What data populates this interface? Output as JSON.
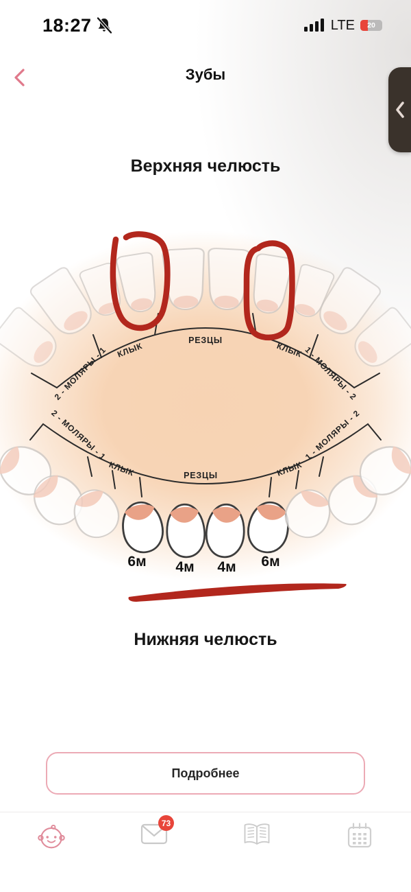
{
  "status_bar": {
    "time": "18:27",
    "muted_icon": "bell-slash-icon",
    "signal_icon": "signal-bars-icon",
    "network": "LTE",
    "battery_level": "20",
    "battery_color": "#e8453a"
  },
  "nav": {
    "title": "Зубы",
    "back_icon": "chevron-left-icon"
  },
  "side_drawer": {
    "icon": "chevron-left-icon",
    "color": "#3a322b"
  },
  "upper_section": {
    "title": "Верхняя челюсть"
  },
  "lower_section": {
    "title": "Нижняя челюсть"
  },
  "teeth_chart": {
    "upper": {
      "molars_left": "2 - МОЛЯРЫ - 1",
      "canine_left": "КЛЫК",
      "incisors": "РЕЗЦЫ",
      "canine_right": "КЛЫК",
      "molars_right": "1 - МОЛЯРЫ - 2"
    },
    "lower": {
      "molars_left": "2 - МОЛЯРЫ - 1",
      "canine_left": "КЛЫК",
      "incisors": "РЕЗЦЫ",
      "canine_right": "КЛЫК",
      "molars_right": "1 - МОЛЯРЫ - 2"
    },
    "eruption_ages": [
      "6м",
      "4м",
      "4м",
      "6м"
    ],
    "annotation_color": "#b2271d",
    "palate_color": "#f7d3b3",
    "line_color": "#2b2b2b"
  },
  "details_button": {
    "label": "Подробнее"
  },
  "tab_bar": {
    "badge": "73",
    "items": [
      {
        "name": "baby",
        "icon": "baby-face-icon",
        "active": true,
        "color": "#e08c9b"
      },
      {
        "name": "messages",
        "icon": "envelope-icon",
        "active": false,
        "color": "#c9c9c9"
      },
      {
        "name": "guide",
        "icon": "open-book-icon",
        "active": false,
        "color": "#cbcbcb"
      },
      {
        "name": "calendar",
        "icon": "calendar-icon",
        "active": false,
        "color": "#cfcfcf"
      }
    ]
  }
}
